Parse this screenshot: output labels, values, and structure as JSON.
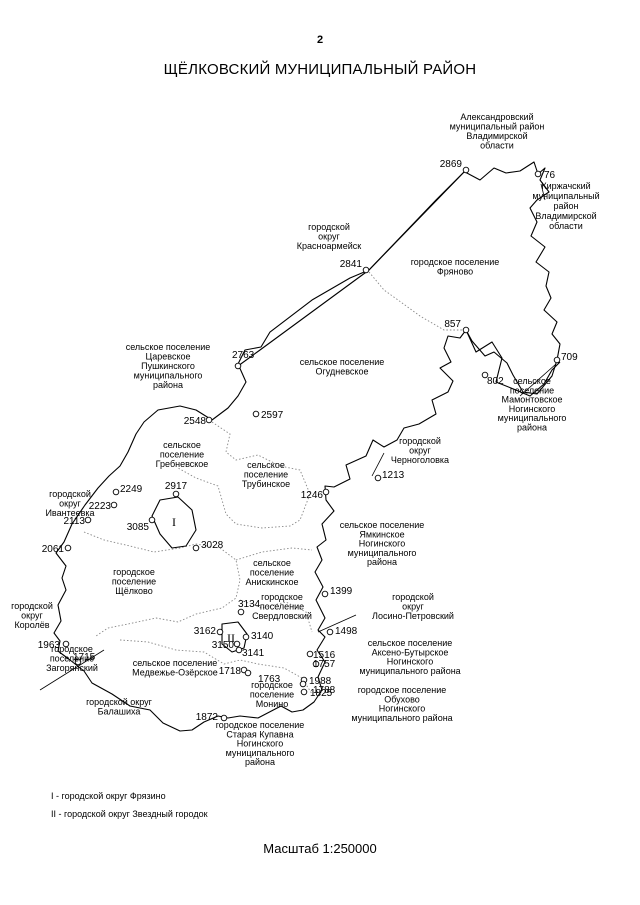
{
  "page_number": "2",
  "title": "ЩЁЛКОВСКИЙ МУНИЦИПАЛЬНЫЙ РАЙОН",
  "regions": [
    {
      "id": "aleks",
      "lines": [
        "Александровский",
        "муниципальный район",
        "Владимирской",
        "области"
      ]
    },
    {
      "id": "kirzh",
      "lines": [
        "Киржачский",
        "муниципальный",
        "район",
        "Владимирской",
        "области"
      ]
    },
    {
      "id": "krasno",
      "lines": [
        "городской",
        "округ",
        "Красноармейск"
      ]
    },
    {
      "id": "fryanovo",
      "lines": [
        "городское поселение",
        "Фряново"
      ]
    },
    {
      "id": "pushk",
      "lines": [
        "сельское поселение",
        "Царевское",
        "Пушкинского",
        "муниципального",
        "района"
      ]
    },
    {
      "id": "ogudn",
      "lines": [
        "сельское поселение",
        "Огудневское"
      ]
    },
    {
      "id": "mamont",
      "lines": [
        "сельское",
        "поселение",
        "Мамонтовское",
        "Ногинского",
        "муниципального",
        "района"
      ]
    },
    {
      "id": "grebn",
      "lines": [
        "сельское",
        "поселение",
        "Гребневское"
      ]
    },
    {
      "id": "chern",
      "lines": [
        "городской",
        "округ",
        "Черноголовка"
      ]
    },
    {
      "id": "trub",
      "lines": [
        "сельское",
        "поселение",
        "Трубинское"
      ]
    },
    {
      "id": "ivant",
      "lines": [
        "городской",
        "округ",
        "Ивантеевка"
      ]
    },
    {
      "id": "yamk",
      "lines": [
        "сельское поселение",
        "Ямкинское",
        "Ногинского",
        "муниципального",
        "района"
      ]
    },
    {
      "id": "shchel",
      "lines": [
        "городское",
        "поселение",
        "Щёлково"
      ]
    },
    {
      "id": "anis",
      "lines": [
        "сельское",
        "поселение",
        "Анискинское"
      ]
    },
    {
      "id": "korol",
      "lines": [
        "городской",
        "округ",
        "Королёв"
      ]
    },
    {
      "id": "sverd",
      "lines": [
        "городское",
        "поселение",
        "Свердловский"
      ]
    },
    {
      "id": "losino",
      "lines": [
        "городской",
        "округ",
        "Лосино-Петровский"
      ]
    },
    {
      "id": "zagor",
      "lines": [
        "городское",
        "поселение",
        "Загорянский"
      ]
    },
    {
      "id": "medv",
      "lines": [
        "сельское поселение",
        "Медвежье-Озёрское"
      ]
    },
    {
      "id": "aksen",
      "lines": [
        "сельское поселение",
        "Аксено-Бутырское",
        "Ногинского",
        "муниципального района"
      ]
    },
    {
      "id": "monino",
      "lines": [
        "городское",
        "поселение",
        "Монино"
      ]
    },
    {
      "id": "obukh",
      "lines": [
        "городское поселение",
        "Обухово",
        "Ногинского",
        "муниципального района"
      ]
    },
    {
      "id": "balash",
      "lines": [
        "городской округ",
        "Балашиха"
      ]
    },
    {
      "id": "kupav",
      "lines": [
        "городское поселение",
        "Старая Купавна",
        "Ногинского",
        "муниципального",
        "района"
      ]
    }
  ],
  "points": [
    "2869",
    "76",
    "2841",
    "857",
    "709",
    "802",
    "2763",
    "2597",
    "2548",
    "1213",
    "1246",
    "2249",
    "2917",
    "2223",
    "2113",
    "3085",
    "3028",
    "2061",
    "1399",
    "3134",
    "1498",
    "3162",
    "3150",
    "3140",
    "3141",
    "1516",
    "1757",
    "1988",
    "1963",
    "1715",
    "1718",
    "1763",
    "1788",
    "1825",
    "1872"
  ],
  "markers": [
    "I",
    "II"
  ],
  "legend": [
    "I - городской округ Фрязино",
    "II - городской округ Звездный городок"
  ],
  "scale": "Масштаб 1:250000"
}
